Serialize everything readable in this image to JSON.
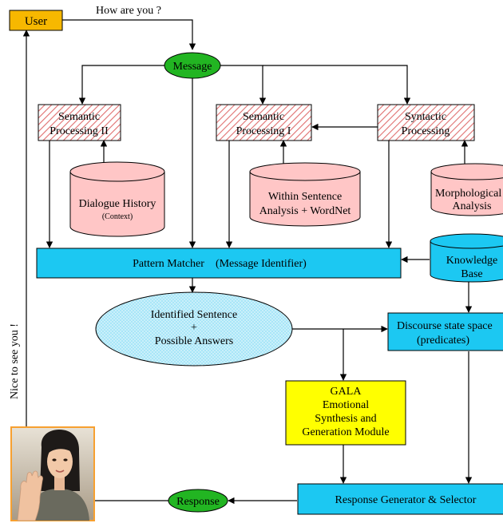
{
  "nodes": {
    "user": "User",
    "message": "Message",
    "sem2": [
      "Semantic",
      "Processing II"
    ],
    "sem1": [
      "Semantic",
      "Processing I"
    ],
    "syntactic": [
      "Syntactic",
      "Processing"
    ],
    "dialogue": [
      "Dialogue History",
      "(Context)"
    ],
    "within": [
      "Within Sentence",
      "Analysis + WordNet"
    ],
    "morph": [
      "Morphological",
      "Analysis"
    ],
    "pattern": "Pattern Matcher    (Message Identifier)",
    "knowledge": [
      "Knowledge",
      "Base"
    ],
    "identified": [
      "Identified Sentence",
      "+",
      "Possible Answers"
    ],
    "discourse": [
      "Discourse state space",
      "(predicates)"
    ],
    "gala": [
      "GALA",
      "Emotional",
      "Synthesis and",
      "Generation Module"
    ],
    "response_gen": "Response Generator & Selector",
    "response": "Response"
  },
  "edges": {
    "how_are_you": "How are you ?",
    "nice_to_see": "Nice to see you !"
  },
  "colors": {
    "user_fill": "#f7b800",
    "message_fill": "#22b522",
    "blue_fill": "#1cc8f2",
    "pink_fill": "#ffc6c6",
    "hatch_stroke": "#e07070",
    "yellow_fill": "#ffff00",
    "ellipse_fill": "#a8e6f8"
  },
  "icons": {
    "avatar": "avatar-woman-waving-icon"
  }
}
